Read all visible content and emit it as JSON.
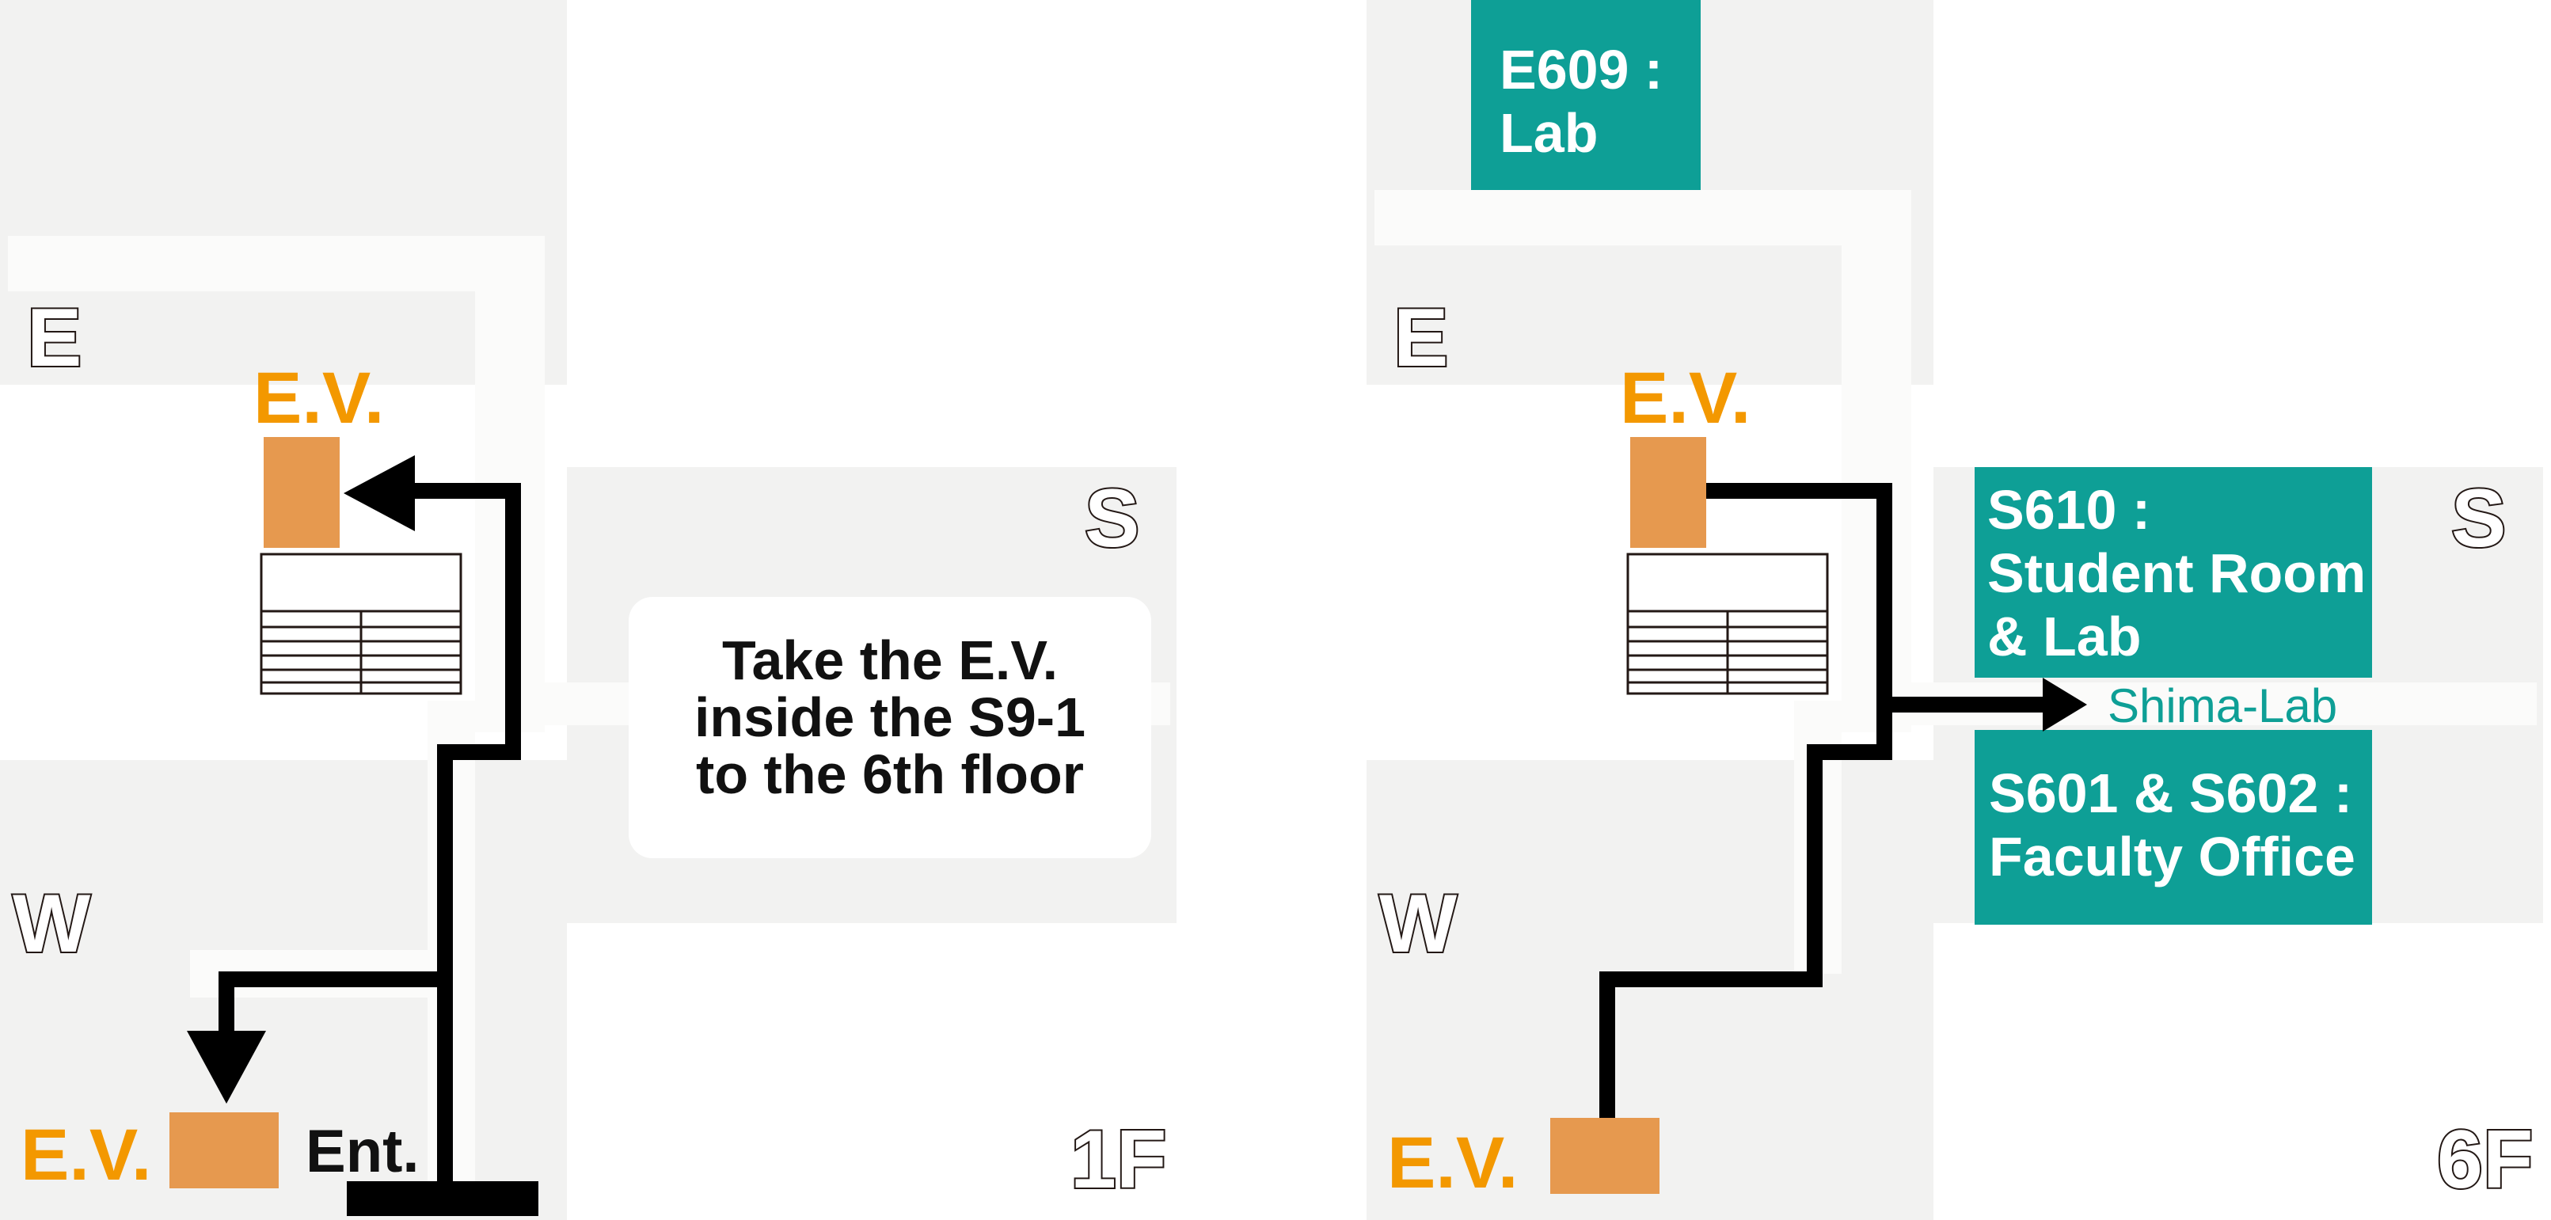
{
  "colors": {
    "floor": "#f2f2f1",
    "corridor": "#fbfbfa",
    "route": "#000000",
    "ev_label": "#f39800",
    "ev_box": "#e6994f",
    "room": "#0e9f96",
    "room_text": "#ffffff",
    "lab_text": "#0e9f96"
  },
  "floor_1f": {
    "wing_east": "E",
    "wing_west": "W",
    "wing_south": "S",
    "ev_upper_label": "E.V.",
    "ev_lower_label": "E.V.",
    "entrance_label": "Ent.",
    "instruction_lines": [
      "Take the E.V.",
      "inside the S9-1",
      "to the 6th floor"
    ],
    "floor_label": "1F"
  },
  "floor_6f": {
    "wing_east": "E",
    "wing_west": "W",
    "wing_south": "S",
    "ev_upper_label": "E.V.",
    "ev_lower_label": "E.V.",
    "room_e609_lines": [
      "E609 :",
      "Lab"
    ],
    "room_s610_lines": [
      "S610 :",
      "Student Room",
      "& Lab"
    ],
    "room_s601_lines": [
      "S601 & S602 :",
      "Faculty Office"
    ],
    "lab_name": "Shima-Lab",
    "floor_label": "6F"
  }
}
